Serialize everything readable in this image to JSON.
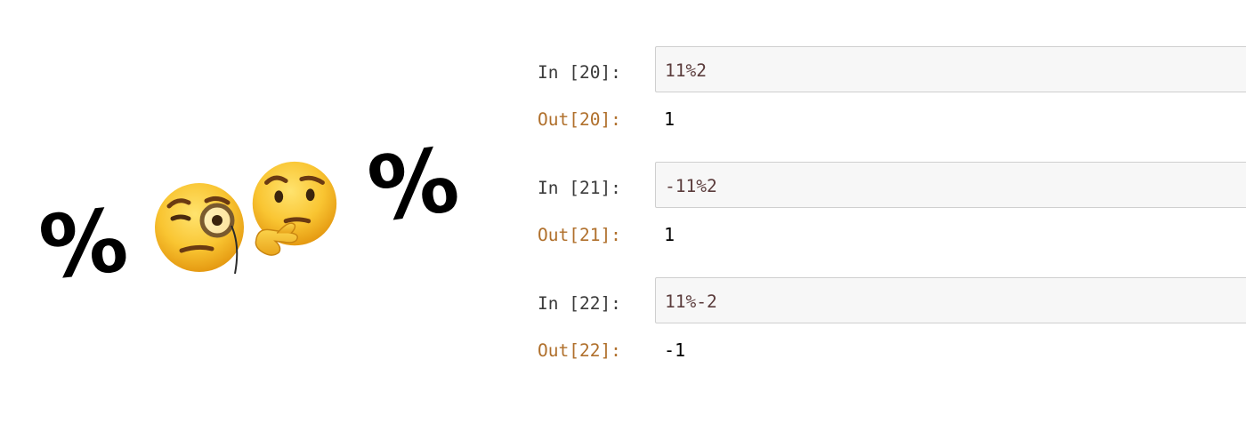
{
  "decor": {
    "percent_left": "%",
    "percent_right": "%",
    "emoji_monocle": "face-with-monocle-icon",
    "emoji_thinking": "thinking-face-icon"
  },
  "cells": [
    {
      "in_prompt": "In [20]:",
      "code": "11%2",
      "out_prompt": "Out[20]:",
      "output": "1"
    },
    {
      "in_prompt": "In [21]:",
      "code": "-11%2",
      "out_prompt": "Out[21]:",
      "output": "1"
    },
    {
      "in_prompt": "In [22]:",
      "code": "11%-2",
      "out_prompt": "Out[22]:",
      "output": "-1"
    }
  ],
  "colors": {
    "in_prompt": "#3b3b3b",
    "out_prompt": "#b0702c",
    "code_text": "#5b3c3c",
    "input_bg": "#f7f7f7",
    "input_border": "#cfcfcf"
  }
}
